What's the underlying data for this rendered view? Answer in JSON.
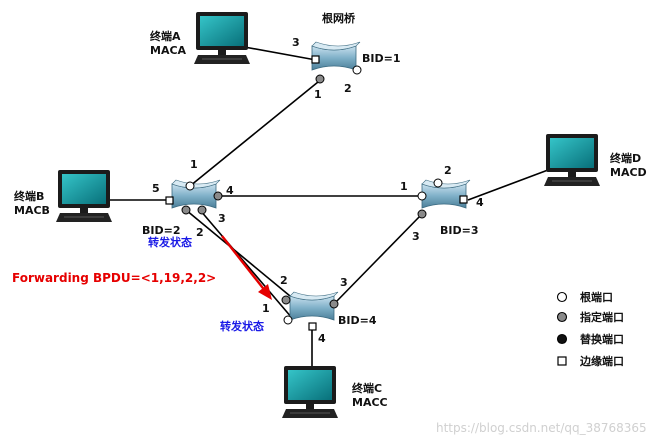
{
  "colors": {
    "switch_body": "#6f9fb5",
    "switch_light": "#b8d6e6",
    "monitor_screen": "#0f8f96",
    "arrow": "#e60000",
    "blue_text": "#1a1ae6",
    "root_port": "#ffffff",
    "designated_port": "#8a8a8a",
    "alternate_port": "#111111"
  },
  "title": "根网桥",
  "terminals": {
    "a": {
      "name": "终端A",
      "mac": "MACA"
    },
    "b": {
      "name": "终端B",
      "mac": "MACB"
    },
    "c": {
      "name": "终端C",
      "mac": "MACC"
    },
    "d": {
      "name": "终端D",
      "mac": "MACD"
    }
  },
  "bridges": {
    "b1": {
      "bid": "BID=1",
      "ports": [
        "3",
        "1",
        "2"
      ]
    },
    "b2": {
      "bid": "BID=2",
      "ports": [
        "1",
        "5",
        "4",
        "3",
        "2"
      ],
      "state": "转发状态"
    },
    "b3": {
      "bid": "BID=3",
      "ports": [
        "2",
        "1",
        "4",
        "3"
      ]
    },
    "b4": {
      "bid": "BID=4",
      "ports": [
        "2",
        "3",
        "1",
        "4"
      ],
      "state": "转发状态"
    }
  },
  "bpdu": "Forwarding BPDU=<1,19,2,2>",
  "legend": [
    {
      "icon": "root-port",
      "label": "根端口"
    },
    {
      "icon": "designated-port",
      "label": "指定端口"
    },
    {
      "icon": "alternate-port",
      "label": "替换端口"
    },
    {
      "icon": "edge-port",
      "label": "边缘端口"
    }
  ],
  "watermark": "https://blog.csdn.net/qq_38768365"
}
